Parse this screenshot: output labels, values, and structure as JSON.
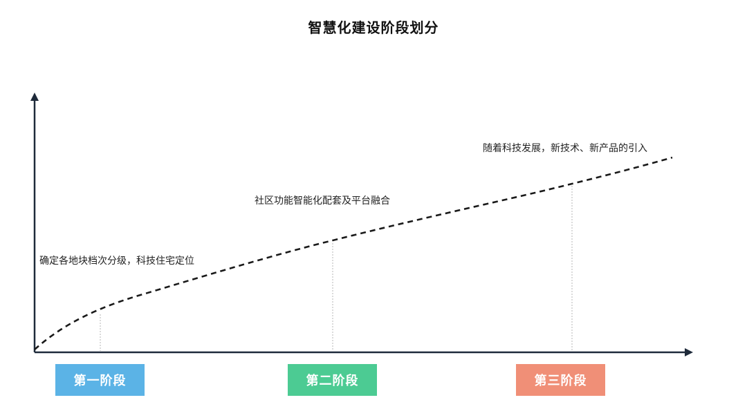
{
  "title": "智慧化建设阶段划分",
  "annotations": [
    "确定各地块档次分级，科技住宅定位",
    "社区功能智能化配套及平台融合",
    "随着科技发展，新技术、新产品的引入"
  ],
  "stages": [
    {
      "label": "第一阶段",
      "color": "#5bb3e6"
    },
    {
      "label": "第二阶段",
      "color": "#4ccb93"
    },
    {
      "label": "第三阶段",
      "color": "#f08f77"
    }
  ],
  "colors": {
    "axis": "#1e2a3a",
    "curve": "#1a1a1a",
    "guide": "#b5b5b5"
  }
}
